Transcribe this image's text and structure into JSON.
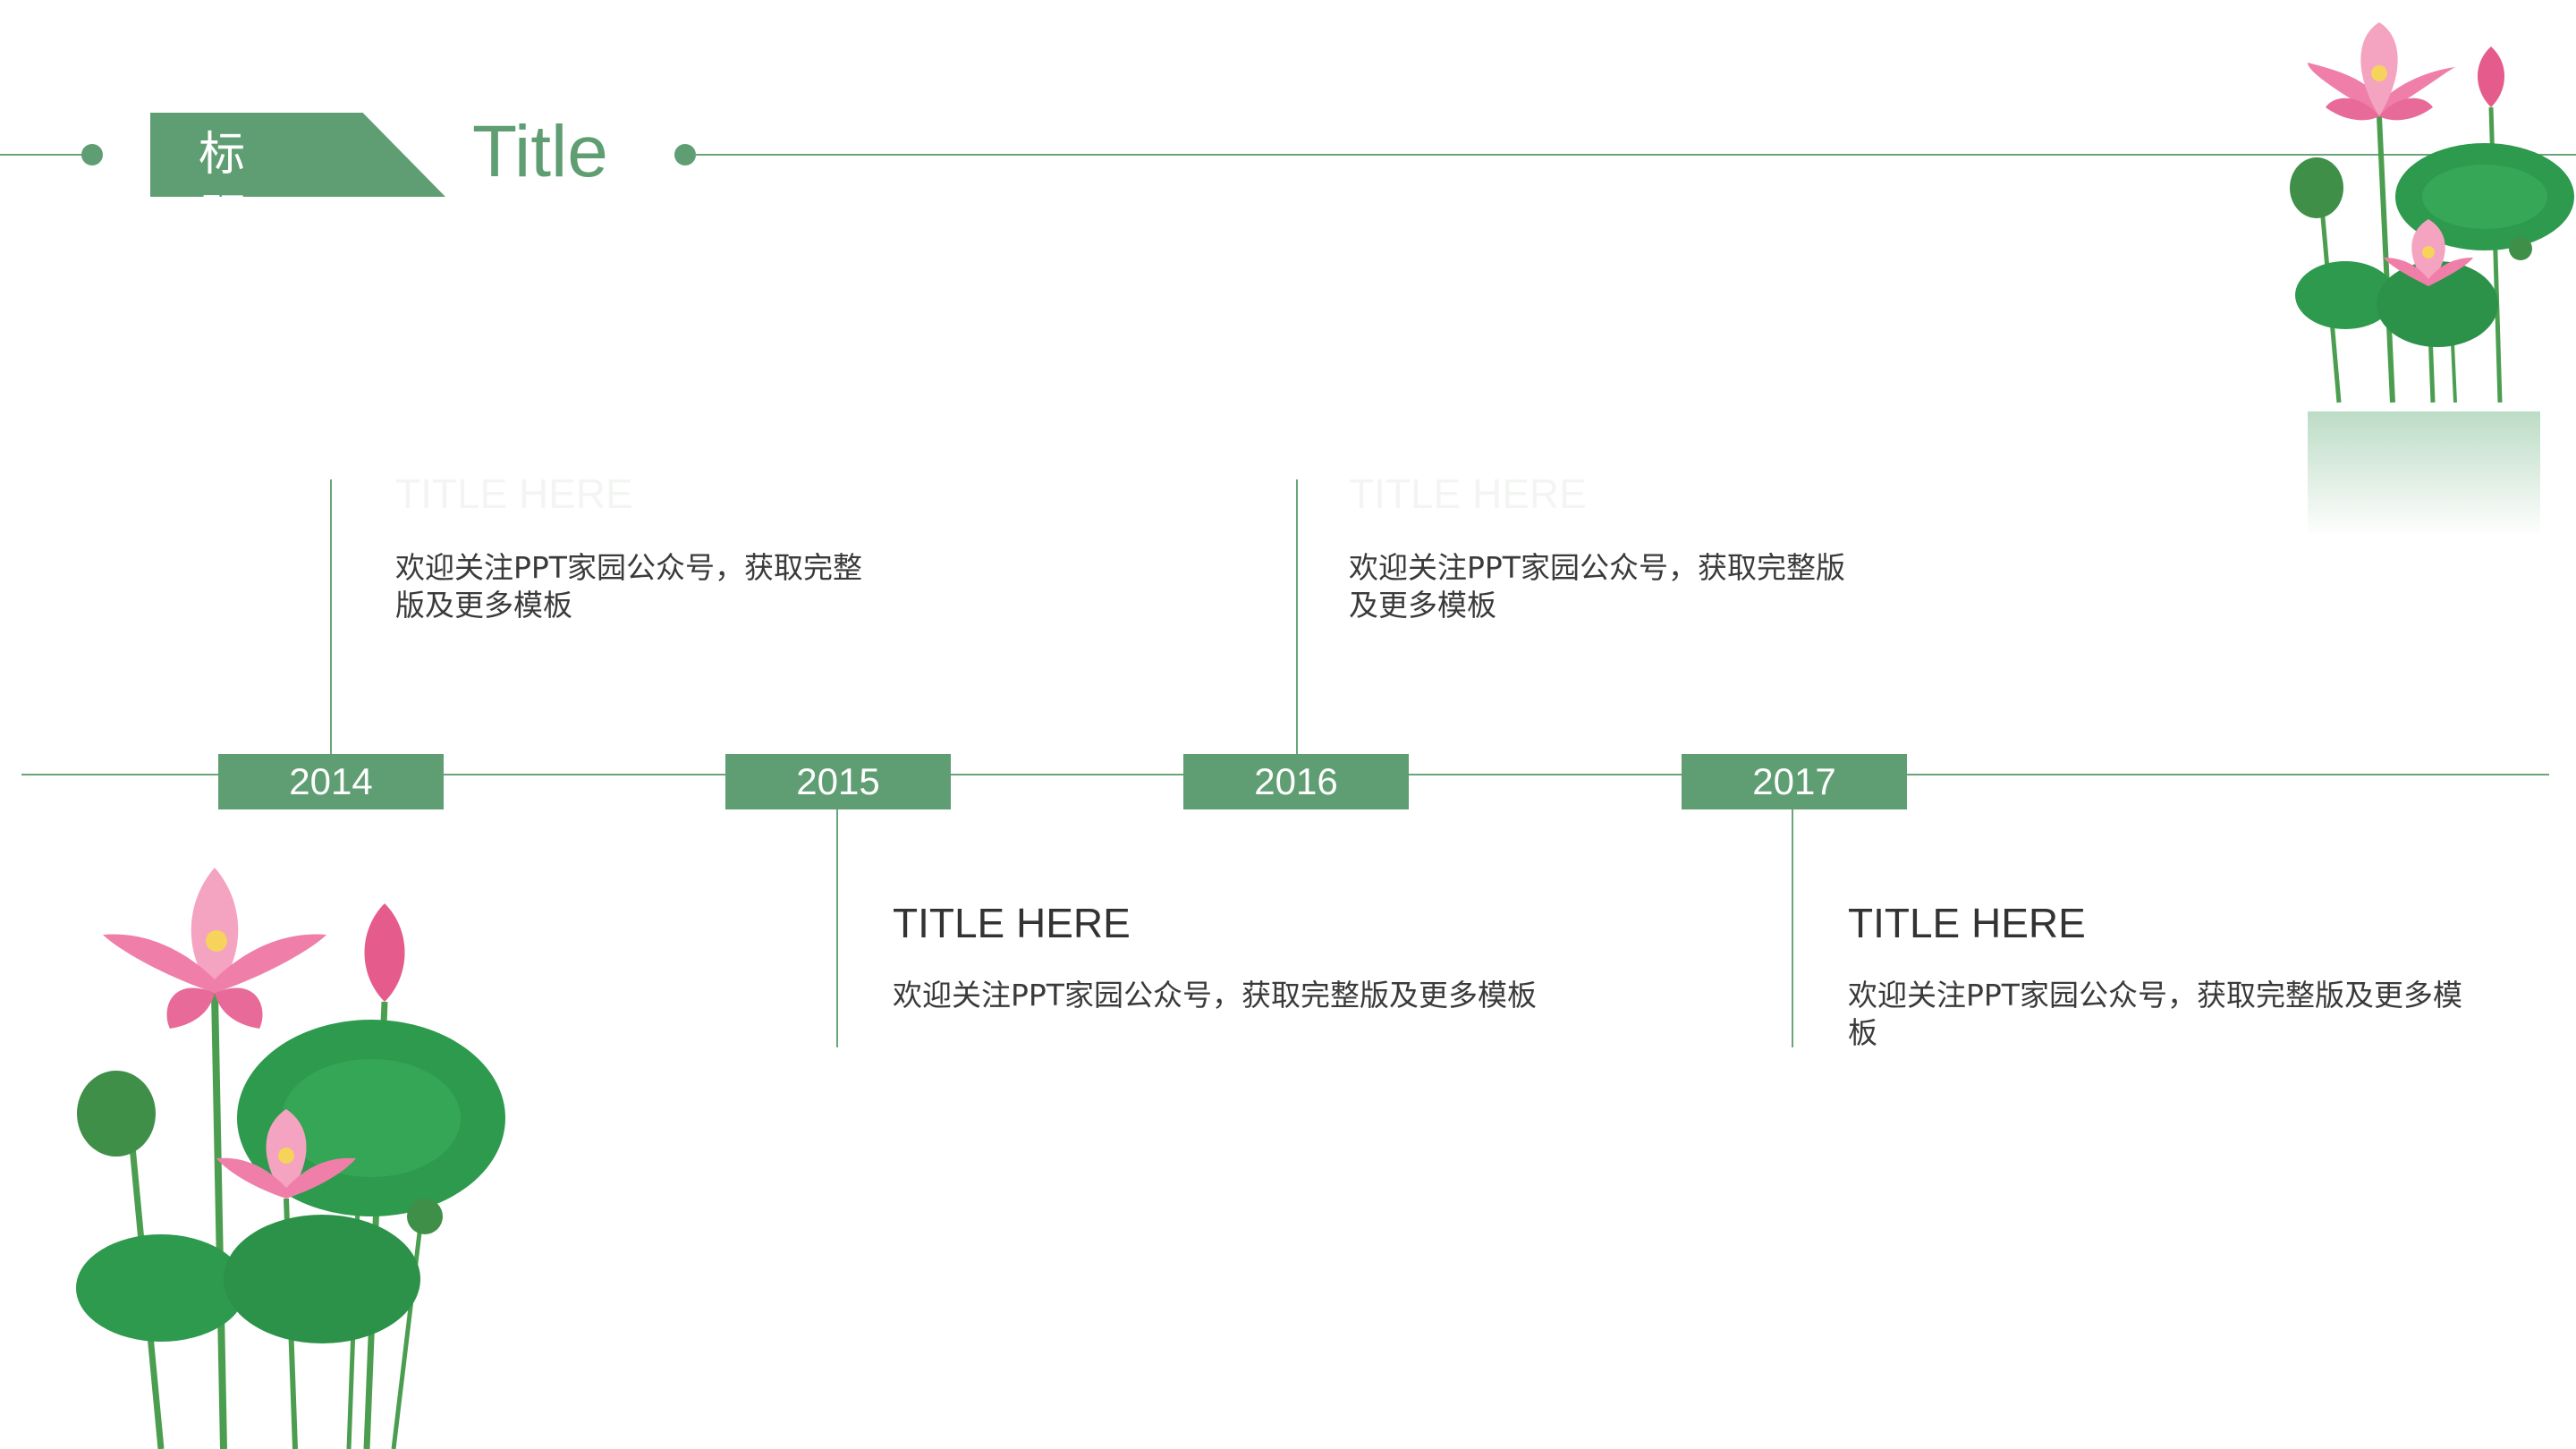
{
  "header": {
    "tag_label": "标题",
    "title": "Title"
  },
  "events": [
    {
      "year": "2014",
      "title": "TITLE HERE",
      "body": "欢迎关注PPT家园公众号，获取完整版及更多模板"
    },
    {
      "year": "2015",
      "title": "TITLE HERE",
      "body": "欢迎关注PPT家园公众号，获取完整版及更多模板"
    },
    {
      "year": "2016",
      "title": "TITLE HERE",
      "body": "欢迎关注PPT家园公众号，获取完整版及更多模板"
    },
    {
      "year": "2017",
      "title": "TITLE HERE",
      "body": "欢迎关注PPT家园公众号，获取完整版及更多模板"
    }
  ],
  "colors": {
    "accent": "#5f9e72",
    "line": "#6aa57a",
    "leaf": "#2e9a4e",
    "petal": "#ef7fa8"
  },
  "decorations": [
    "lotus-top-right",
    "lotus-bottom-left"
  ]
}
